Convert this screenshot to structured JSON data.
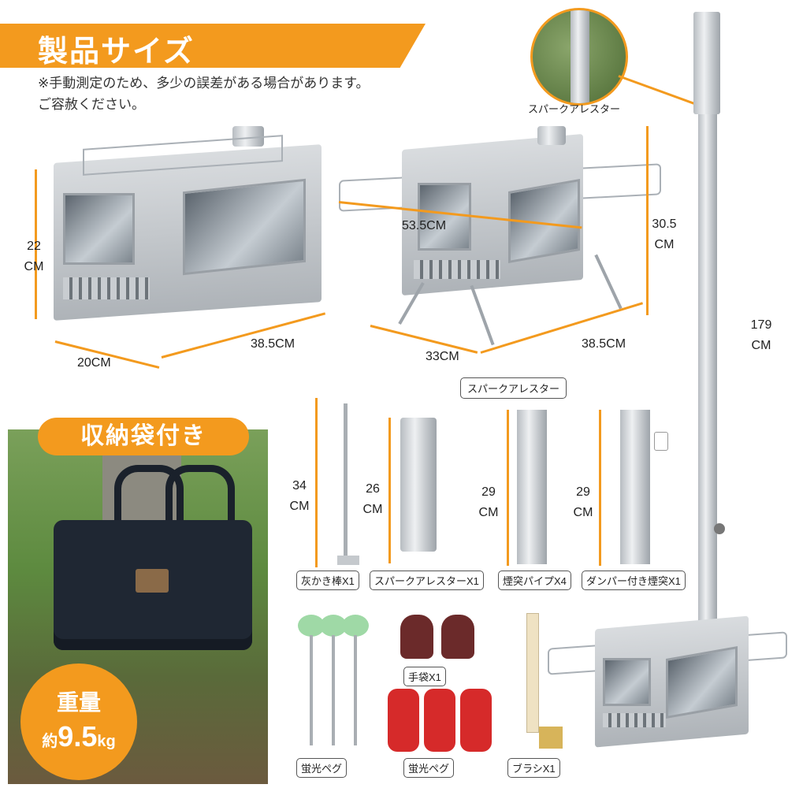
{
  "header": {
    "title": "製品サイズ",
    "note_line1": "※手動測定のため、多少の誤差がある場合があります。",
    "note_line2": "ご容赦ください。"
  },
  "stove_left": {
    "height_value": "22",
    "height_unit": "CM",
    "depth": "20CM",
    "width": "38.5CM"
  },
  "stove_center": {
    "diagonal": "53.5CM",
    "height_value": "30.5",
    "height_unit": "CM",
    "depth": "33CM",
    "width": "38.5CM"
  },
  "chimney": {
    "arrester_callout": "スパークアレスター",
    "height_value": "179",
    "height_unit": "CM"
  },
  "accessories": {
    "section_label": "スパークアレスター",
    "items": [
      {
        "size_value": "34",
        "size_unit": "CM",
        "label": "灰かき棒X1"
      },
      {
        "size_value": "26",
        "size_unit": "CM",
        "label": "スパークアレスターX1"
      },
      {
        "size_value": "29",
        "size_unit": "CM",
        "label": "煙突パイプX4"
      },
      {
        "size_value": "29",
        "size_unit": "CM",
        "label": "ダンパー付き煙突X1"
      }
    ],
    "pegs_label": "蛍光ペグ",
    "gloves_label": "手袋X1",
    "ropes_label": "蛍光ペグ",
    "brush_label": "ブラシX1"
  },
  "bag": {
    "tag": "収納袋付き",
    "weight_title": "重量",
    "weight_prefix": "約",
    "weight_value": "9.5",
    "weight_unit": "kg"
  },
  "colors": {
    "accent": "#f39a1e",
    "steel": "#c9cdd1",
    "bag": "#1f2733"
  }
}
